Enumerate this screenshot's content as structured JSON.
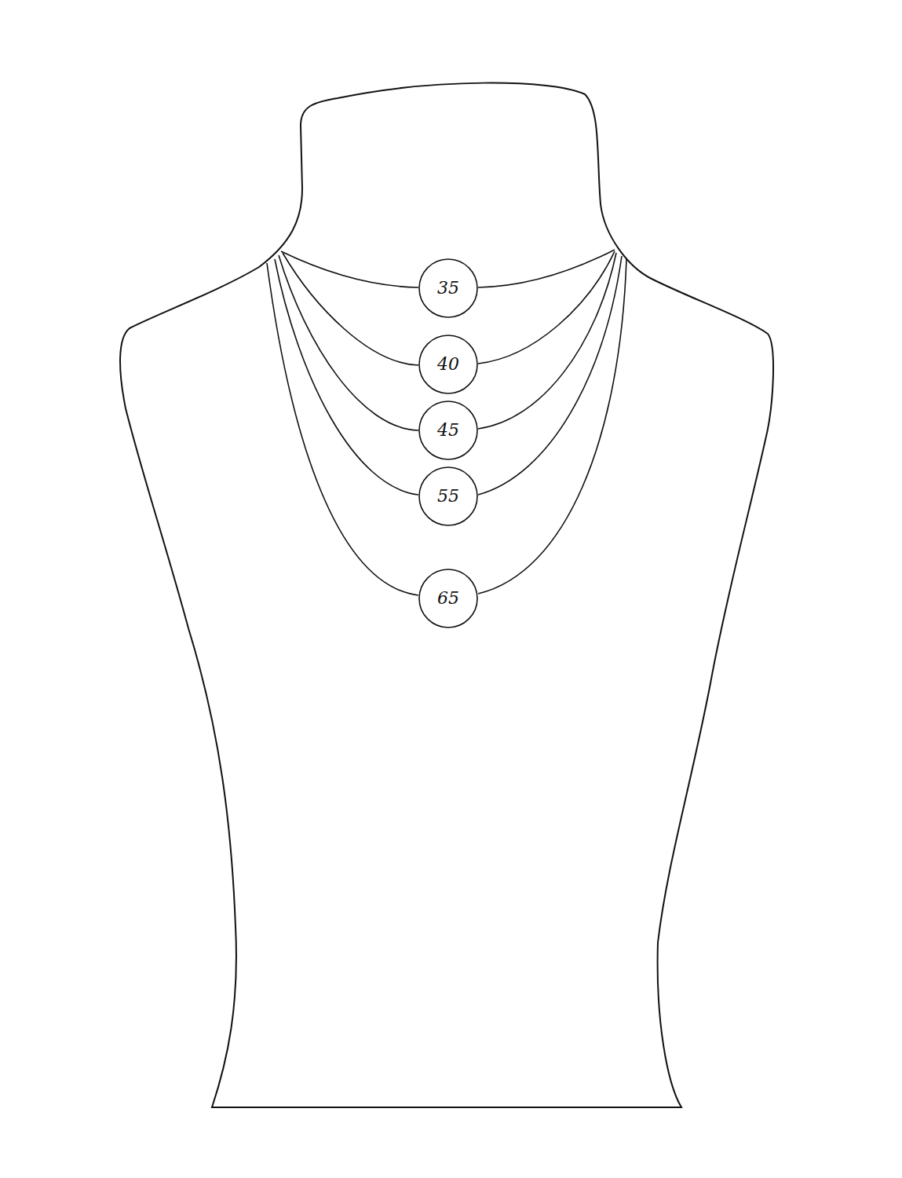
{
  "diagram": {
    "nodes": [
      {
        "text": [
          "35"
        ]
      },
      {
        "text": [
          "40"
        ]
      },
      {
        "text": [
          "45"
        ]
      },
      {
        "text": [
          "55"
        ]
      },
      {
        "text": [
          "65"
        ]
      }
    ]
  }
}
